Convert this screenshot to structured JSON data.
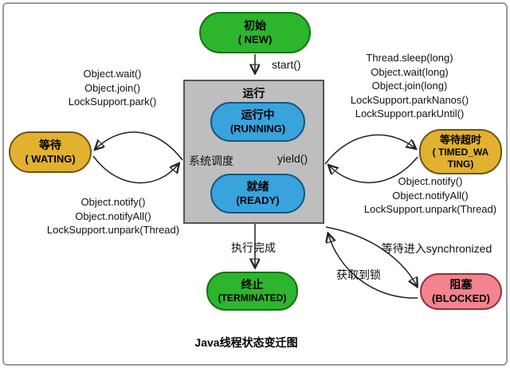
{
  "title": "Java线程状态变迁图",
  "colors": {
    "green": "#2db52d",
    "blue": "#38a3dc",
    "yellow": "#e2b12f",
    "pink": "#f2838f",
    "gray": "#bebebe",
    "line": "#222222",
    "frame": "#999999"
  },
  "nodes": {
    "new": {
      "zh": "初始",
      "en": "( NEW)"
    },
    "run": {
      "zh": "运行"
    },
    "running": {
      "zh": "运行中",
      "en": "(RUNNING)"
    },
    "ready": {
      "zh": "就绪",
      "en": "(READY)"
    },
    "waiting": {
      "zh": "等待",
      "en": "( WATING)"
    },
    "timed_waiting": {
      "zh": "等待超时",
      "en_line1": "( TIMED_WA",
      "en_line2": "TING)"
    },
    "terminated": {
      "zh": "终止",
      "en": "(TERMINATED)"
    },
    "blocked": {
      "zh": "阻塞",
      "en": "(BLOCKED)"
    }
  },
  "edges": {
    "start": "start()",
    "yield": "yield()",
    "system_schedule": "系统调度",
    "execution_done": "执行完成",
    "enter_blocked": "等待进入synchronized",
    "acquire_lock": "获取到锁",
    "wait_methods": [
      "Object.wait()",
      "Object.join()",
      "LockSupport.park()"
    ],
    "wake_methods_left": [
      "Object.notify()",
      "Object.notifyAll()",
      "LockSupport.unpark(Thread)"
    ],
    "timed_wait_methods": [
      "Thread.sleep(long)",
      "Object.wait(long)",
      "Object.join(long)",
      "LockSupport.parkNanos()",
      "LockSupport.parkUntil()"
    ],
    "wake_methods_right": [
      "Object.notify()",
      "Object.notifyAll()",
      "LockSupport.unpark(Thread)"
    ]
  }
}
